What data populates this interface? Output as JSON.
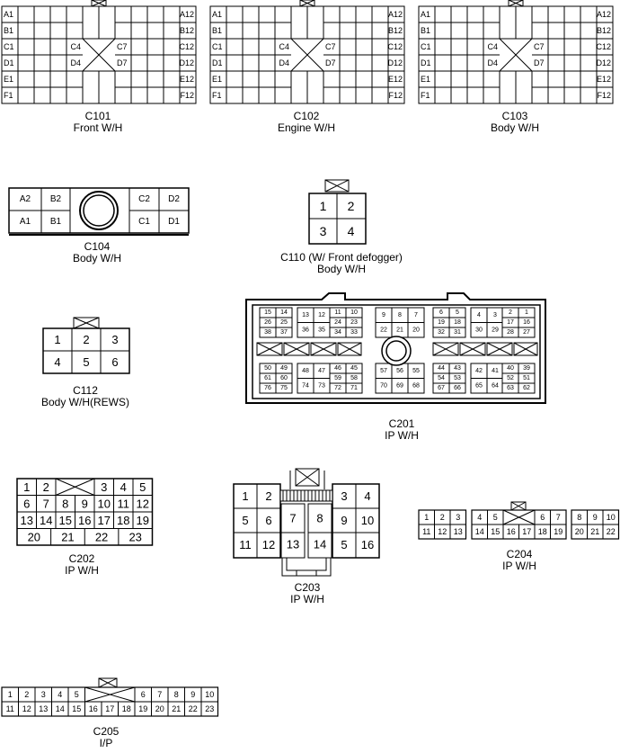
{
  "connectors": {
    "c101": {
      "id": "C101",
      "desc": "Front W/H"
    },
    "c102": {
      "id": "C102",
      "desc": "Engine W/H"
    },
    "c103": {
      "id": "C103",
      "desc": "Body W/H"
    },
    "c104": {
      "id": "C104",
      "desc": "Body W/H"
    },
    "c110": {
      "id": "C110 (W/ Front defogger)",
      "desc": "Body W/H"
    },
    "c112": {
      "id": "C112",
      "desc": "Body W/H(REWS)"
    },
    "c201": {
      "id": "C201",
      "desc": "IP W/H"
    },
    "c202": {
      "id": "C202",
      "desc": "IP W/H"
    },
    "c203": {
      "id": "C203",
      "desc": "IP W/H"
    },
    "c204": {
      "id": "C204",
      "desc": "IP W/H"
    },
    "c205": {
      "id": "C205",
      "desc": "I/P"
    }
  },
  "grid12": {
    "left": [
      "A1",
      "B1",
      "C1",
      "D1",
      "E1",
      "F1"
    ],
    "right": [
      "A12",
      "B12",
      "C12",
      "D12",
      "E12",
      "F12"
    ],
    "center": [
      "C4",
      "C7",
      "D4",
      "D7"
    ]
  },
  "c104_pins": {
    "left": [
      "A2",
      "B2",
      "A1",
      "B1"
    ],
    "right": [
      "C2",
      "D2",
      "C1",
      "D1"
    ]
  },
  "c110_pins": [
    "1",
    "2",
    "3",
    "4"
  ],
  "c112_pins": [
    "1",
    "2",
    "3",
    "4",
    "5",
    "6"
  ],
  "c201_pins": {
    "top": [
      [
        "15",
        "14",
        "26",
        "25",
        "38",
        "37"
      ],
      [
        "13",
        "12",
        "36",
        "35"
      ],
      [
        "11",
        "10",
        "24",
        "23",
        "34",
        "33"
      ],
      [
        "9",
        "8",
        "7",
        "22",
        "21",
        "20"
      ],
      [
        "6",
        "5",
        "19",
        "18",
        "32",
        "31"
      ],
      [
        "4",
        "3",
        "30",
        "29"
      ],
      [
        "2",
        "1",
        "17",
        "16",
        "28",
        "27"
      ]
    ],
    "bottom": [
      [
        "50",
        "49",
        "61",
        "60",
        "76",
        "75"
      ],
      [
        "48",
        "47",
        "74",
        "73"
      ],
      [
        "46",
        "45",
        "59",
        "58",
        "72",
        "71"
      ],
      [
        "57",
        "56",
        "55",
        "70",
        "69",
        "68"
      ],
      [
        "44",
        "43",
        "54",
        "53",
        "67",
        "66"
      ],
      [
        "42",
        "41",
        "65",
        "64"
      ],
      [
        "40",
        "39",
        "52",
        "51",
        "63",
        "62"
      ]
    ]
  },
  "c202_pins": {
    "row1": [
      "1",
      "2",
      "3",
      "4",
      "5"
    ],
    "row2": [
      "6",
      "7",
      "8",
      "9",
      "10",
      "11",
      "12"
    ],
    "row3": [
      "13",
      "14",
      "15",
      "16",
      "17",
      "18",
      "19"
    ],
    "row4": [
      "20",
      "21",
      "22",
      "23"
    ]
  },
  "c203_pins": [
    "1",
    "2",
    "3",
    "4",
    "5",
    "6",
    "7",
    "8",
    "9",
    "10",
    "11",
    "12",
    "13",
    "14",
    "5",
    "16"
  ],
  "c204_pins": {
    "top": [
      "1",
      "2",
      "3",
      "4",
      "5",
      "6",
      "7",
      "8",
      "9",
      "10"
    ],
    "bottom": [
      "11",
      "12",
      "13",
      "14",
      "15",
      "16",
      "17",
      "18",
      "19",
      "20",
      "21",
      "22"
    ]
  },
  "c205_pins": {
    "top": [
      "1",
      "2",
      "3",
      "4",
      "5",
      "6",
      "7",
      "8",
      "9",
      "10"
    ],
    "bottom": [
      "11",
      "12",
      "13",
      "14",
      "15",
      "16",
      "17",
      "18",
      "19",
      "20",
      "21",
      "22",
      "23"
    ]
  }
}
